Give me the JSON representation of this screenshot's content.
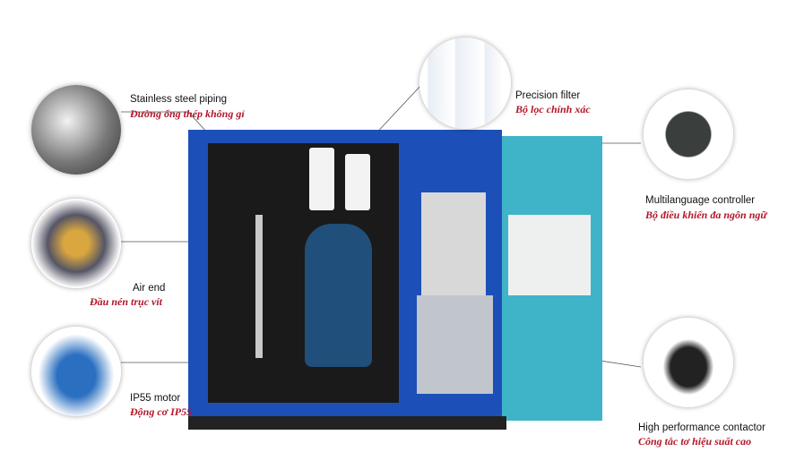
{
  "callouts": [
    {
      "en": "Stainless steel piping",
      "vi": "Đường ống thép không gỉ"
    },
    {
      "en": "Air end",
      "vi": "Đầu nén trục vít"
    },
    {
      "en": "IP55 motor",
      "vi": "Động cơ IP55"
    },
    {
      "en": "Precision filter",
      "vi": "Bộ lọc chính xác"
    },
    {
      "en": "Multilanguage controller",
      "vi": "Bộ điều khiển đa ngôn ngữ"
    },
    {
      "en": "High performance contactor",
      "vi": "Công tắc tơ hiệu suất cao"
    }
  ],
  "colors": {
    "cabinet_blue": "#1d4fb8",
    "door_teal": "#3fb4c8",
    "label_red": "#b3172b"
  }
}
